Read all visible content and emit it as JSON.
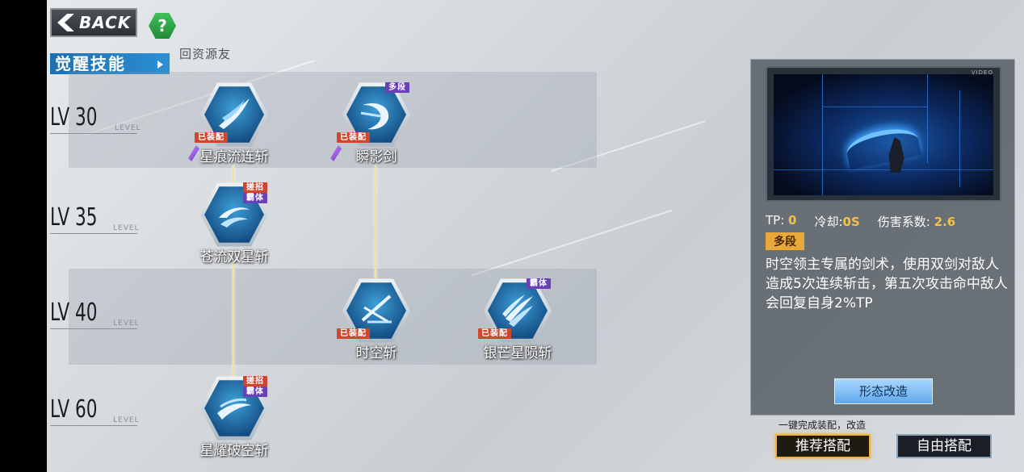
{
  "nav": {
    "back_label": "BACK",
    "help_glyph": "?"
  },
  "section": {
    "title": "觉醒技能",
    "cut_label": "回资源友"
  },
  "levels": [
    {
      "label": "LV 30",
      "sub": "LEVEL"
    },
    {
      "label": "LV 35",
      "sub": "LEVEL"
    },
    {
      "label": "LV 40",
      "sub": "LEVEL"
    },
    {
      "label": "LV 60",
      "sub": "LEVEL"
    }
  ],
  "skills": [
    {
      "name": "星痕流连斩",
      "badges": [
        "已装配"
      ]
    },
    {
      "name": "瞬影剑",
      "badges": [
        "已装配",
        "多段"
      ]
    },
    {
      "name": "苍流双星斩",
      "badges": [
        "搓招",
        "霸体"
      ]
    },
    {
      "name": "时空斩",
      "badges": [
        "已装配"
      ]
    },
    {
      "name": "银芒星陨斩",
      "badges": [
        "已装配",
        "霸体"
      ]
    },
    {
      "name": "星耀破空斩",
      "badges": [
        "搓招",
        "霸体"
      ]
    }
  ],
  "detail": {
    "video_tag": "VIDEO",
    "tp_label": "TP:",
    "tp_value": "0",
    "cooldown_label": "冷却:",
    "cooldown_value": "0S",
    "damage_label": "伤害系数:",
    "damage_value": "2.6",
    "tag": "多段",
    "description": "时空领主专属的剑术，使用双剑对敌人造成5次连续斩击，第五次攻击命中敌人会回复自身2%TP",
    "modify_button": "形态改造"
  },
  "footer": {
    "hint": "一键完成装配，改造",
    "recommend_button": "推荐搭配",
    "free_button": "自由搭配"
  },
  "colors": {
    "accent_gold": "#f2c14a",
    "equip_badge": "#d0452b",
    "multi_badge": "#6a3fb7",
    "section_blue": "#2b8fd6"
  }
}
